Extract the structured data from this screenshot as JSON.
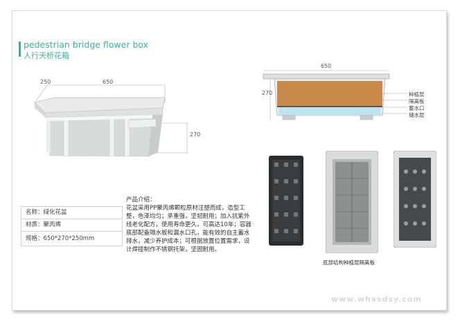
{
  "header": {
    "title_en": "pedestrian bridge flower box",
    "title_cn": "人行天桥花箱"
  },
  "left_dims": {
    "depth": "250",
    "length": "650",
    "height": "270"
  },
  "right_dims": {
    "length": "650",
    "height": "270"
  },
  "layers": [
    "种植层",
    "隔离板",
    "蓄水口",
    "储水层"
  ],
  "specs": [
    {
      "text": "名称：绿化花盆"
    },
    {
      "text": "材质：聚丙烯"
    },
    {
      "text": "规格：650*270*250mm"
    }
  ],
  "intro": {
    "title": "产品介绍：",
    "body": "花盆采用PP聚丙烯颗粒原材注塑而成，造型工整，色泽均匀；承重强，坚韧耐用；加入抗紫外线老化配方，使用寿命更久，可高达10年；容器底部配备隔水板和漏水口孔，能有效的自主蓄水排水，减少养护成本；可根据放置位置需求，设计焊接制作不锈钢托架，坚固耐用。"
  },
  "caption": "底部结构种植层隔离板",
  "watermark": "www.whxsdsy.com",
  "colors": {
    "accent": "#39b49f",
    "soil": "#c98a4c",
    "water": "#bfe2ef"
  }
}
